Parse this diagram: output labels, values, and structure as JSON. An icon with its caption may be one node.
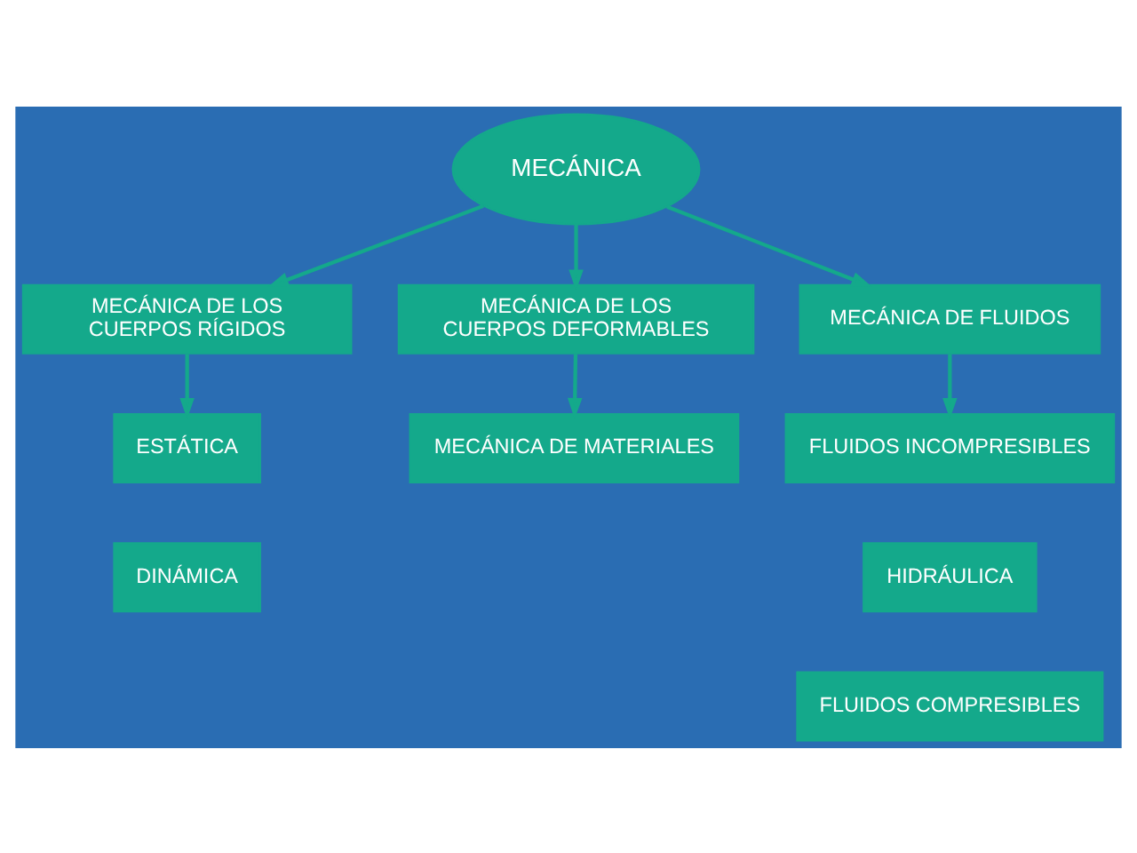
{
  "diagram": {
    "nodes": [
      {
        "text": [
          "MECÁNICA"
        ]
      },
      {
        "text": [
          "MECÁNICA DE LOS CUERPOS RÍGIDOS"
        ]
      },
      {
        "text": [
          "MECÁNICA DE LOS CUERPOS DEFORMABLES"
        ]
      },
      {
        "text": [
          "MECÁNICA DE FLUIDOS"
        ]
      },
      {
        "text": [
          "ESTÁTICA"
        ]
      },
      {
        "text": [
          "DINÁMICA"
        ]
      },
      {
        "text": [
          "MECÁNICA DE MATERIALES"
        ]
      },
      {
        "text": [
          "FLUIDOS INCOMPRESIBLES"
        ]
      },
      {
        "text": [
          "HIDRÁULICA"
        ]
      },
      {
        "text": [
          "FLUIDOS COMPRESIBLES"
        ]
      }
    ],
    "edges": [
      {
        "from": 0,
        "to": 1,
        "arrow": "to"
      },
      {
        "from": 0,
        "to": 2,
        "arrow": "to"
      },
      {
        "from": 0,
        "to": 3,
        "arrow": "to"
      },
      {
        "from": 1,
        "to": 4,
        "arrow": "to"
      },
      {
        "from": 2,
        "to": 6,
        "arrow": "to"
      },
      {
        "from": 3,
        "to": 7,
        "arrow": "to"
      }
    ]
  }
}
